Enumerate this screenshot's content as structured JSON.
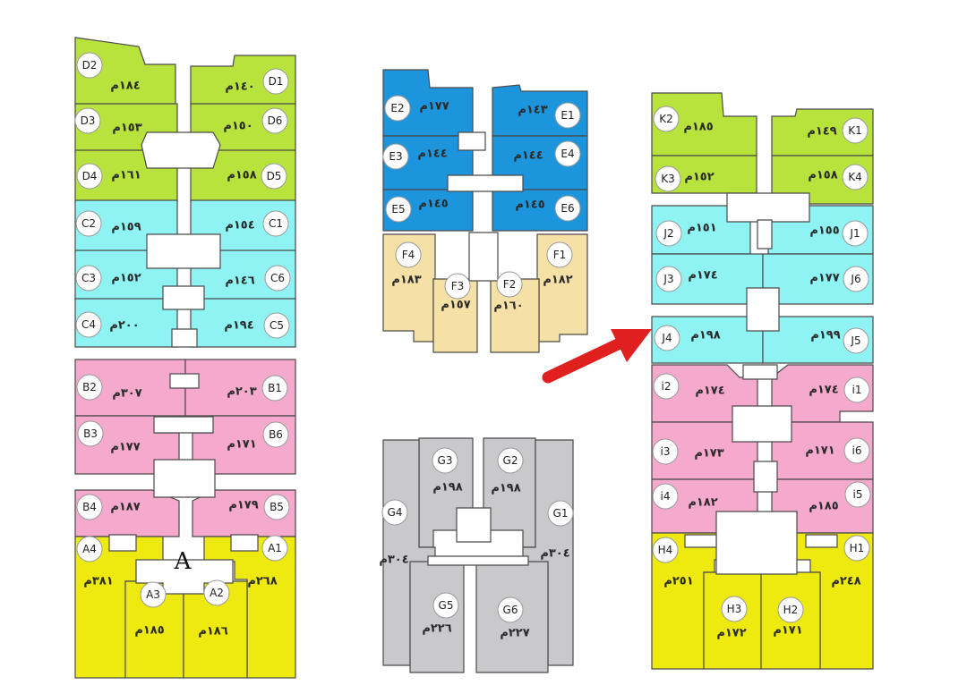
{
  "colors": {
    "lime": "#b8e33d",
    "cyan": "#8ff3f3",
    "pink": "#f5a9cc",
    "yellow": "#eeea0f",
    "blue": "#1d95dc",
    "beige": "#f5e0a6",
    "gray": "#c9c9cc",
    "arrow": "#e01f1f"
  },
  "tower_label": "A",
  "units": [
    {
      "id": "D2",
      "area": "١٨٤م"
    },
    {
      "id": "D1",
      "area": "١٤٠م"
    },
    {
      "id": "D3",
      "area": "١٥٣م"
    },
    {
      "id": "D6",
      "area": "١٥٠م"
    },
    {
      "id": "D4",
      "area": "١٦١م"
    },
    {
      "id": "D5",
      "area": "١٥٨م"
    },
    {
      "id": "C2",
      "area": "١٥٩م"
    },
    {
      "id": "C1",
      "area": "١٥٤م"
    },
    {
      "id": "C3",
      "area": "١٥٢م"
    },
    {
      "id": "C6",
      "area": "١٤٦م"
    },
    {
      "id": "C4",
      "area": "٢٠٠م"
    },
    {
      "id": "C5",
      "area": "١٩٤م"
    },
    {
      "id": "B2",
      "area": "٣٠٧م"
    },
    {
      "id": "B1",
      "area": "٢٠٣م"
    },
    {
      "id": "B3",
      "area": "١٧٧م"
    },
    {
      "id": "B6",
      "area": "١٧١م"
    },
    {
      "id": "B4",
      "area": "١٨٧م"
    },
    {
      "id": "B5",
      "area": "١٧٩م"
    },
    {
      "id": "A4",
      "area": "٣٨١م"
    },
    {
      "id": "A1",
      "area": "٢٦٨م"
    },
    {
      "id": "A3",
      "area": "١٨٥م"
    },
    {
      "id": "A2",
      "area": "١٨٦م"
    },
    {
      "id": "E2",
      "area": "١٧٧م"
    },
    {
      "id": "E1",
      "area": "١٤٣م"
    },
    {
      "id": "E3",
      "area": "١٤٤م"
    },
    {
      "id": "E4",
      "area": "١٤٤م"
    },
    {
      "id": "E5",
      "area": "١٤٥م"
    },
    {
      "id": "E6",
      "area": "١٤٥م"
    },
    {
      "id": "F4",
      "area": "١٨٣م"
    },
    {
      "id": "F1",
      "area": "١٨٢م"
    },
    {
      "id": "F3",
      "area": "١٥٧م"
    },
    {
      "id": "F2",
      "area": "١٦٠م"
    },
    {
      "id": "G3",
      "area": "١٩٨م"
    },
    {
      "id": "G2",
      "area": "١٩٨م"
    },
    {
      "id": "G4",
      "area": "٣٠٤م"
    },
    {
      "id": "G1",
      "area": "٣٠٤م"
    },
    {
      "id": "G5",
      "area": "٢٢٦م"
    },
    {
      "id": "G6",
      "area": "٢٢٧م"
    },
    {
      "id": "K2",
      "area": "١٨٥م"
    },
    {
      "id": "K1",
      "area": "١٤٩م"
    },
    {
      "id": "K3",
      "area": "١٥٢م"
    },
    {
      "id": "K4",
      "area": "١٥٨م"
    },
    {
      "id": "J2",
      "area": "١٥١م"
    },
    {
      "id": "J1",
      "area": "١٥٥م"
    },
    {
      "id": "J3",
      "area": "١٧٤م"
    },
    {
      "id": "J6",
      "area": "١٧٧م"
    },
    {
      "id": "J4",
      "area": "١٩٨م"
    },
    {
      "id": "J5",
      "area": "١٩٩م"
    },
    {
      "id": "i2",
      "area": "١٧٤م"
    },
    {
      "id": "i1",
      "area": "١٧٤م"
    },
    {
      "id": "i3",
      "area": "١٧٣م"
    },
    {
      "id": "i6",
      "area": "١٧١م"
    },
    {
      "id": "i4",
      "area": "١٨٢م"
    },
    {
      "id": "i5",
      "area": "١٨٥م"
    },
    {
      "id": "H4",
      "area": "٢٥١م"
    },
    {
      "id": "H1",
      "area": "٢٤٨م"
    },
    {
      "id": "H3",
      "area": "١٧٢م"
    },
    {
      "id": "H2",
      "area": "١٧١م"
    }
  ]
}
